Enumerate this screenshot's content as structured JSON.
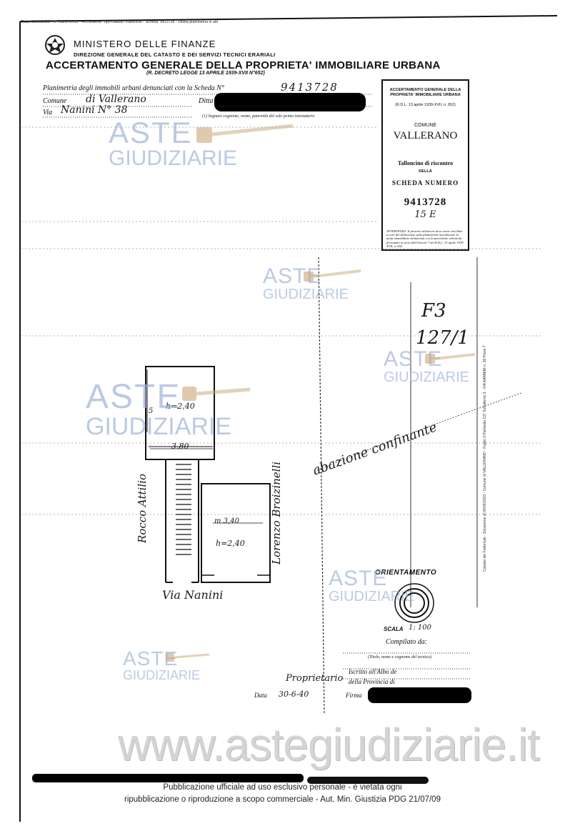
{
  "header": {
    "top_line": "Data: 05/06/2023 - n. T33/07/2019 - Richiedente: Tipo catasto: Fabbricati - Scheda: 9413728 - Ultima planimetria in atti",
    "ministry": "MINISTERO DELLE FINANZE",
    "direzione": "DIREZIONE GENERALE DEL CATASTO E DEI SERVIZI TECNICI ERARIALI",
    "title": "ACCERTAMENTO GENERALE DELLA PROPRIETA' IMMOBILIARE URBANA",
    "decree": "(R. DECRETO LEGGE 13 APRILE 1939-XVII N°652)"
  },
  "form": {
    "line1_label": "Planimetria degli immobili urbani denunciati con la Scheda N°",
    "scheda_number_hand": "9413728",
    "comune_label": "Comune",
    "comune_value": "di Vallerano",
    "ditta_label": "Ditta",
    "via_label": "Via",
    "via_value": "Nanini N° 38",
    "note": "(1) Segnare cognome, nome, paternità del solo primo intestatario"
  },
  "receipt_box": {
    "title1": "ACCERTAMENTO GENERALE DELLA",
    "title2": "PROPRIETA' IMMOBILIARE URBANA",
    "decree": "(R.D.L. 13 aprile 1939-XVII, n. 652)",
    "comune_label": "COMUNE",
    "comune_value": "VALLERANO",
    "talloncino": "Talloncino di riscontro",
    "della": "DELLA",
    "scheda_label": "SCHEDA NUMERO",
    "scheda_number": "9413728",
    "hand_note": "15 E",
    "avvertenza": "AVVERTENZA: Il presente talloncino deve essere incollato a cura del dichiarante sulla planimetria riproducente la unità immobiliare denunciata con la precedente scheda da presentare ai sensi dell'articolo 7 del R.D.L. 13 aprile 1939-XVII, n. 652."
  },
  "side_stamp": "Catasto dei Fabbricati - Situazione al 05/06/2023 - Comune di VALLERANO - Foglio 3 Particella 137 Subalterno 3 - VIA NANNINI n. 38 Piano T",
  "handwriting": {
    "margin_code1": "F3",
    "margin_code2": "127/1",
    "diagonal": "abazione confinante",
    "floor_h": "h=2,40",
    "width": "3.80",
    "depth": "5",
    "left_neighbor": "Rocco Attilio",
    "right_neighbor": "Lorenzo Broizinelli",
    "small_width": "m 3,40",
    "small_h": "h=2,40",
    "street": "Via Nanini",
    "proprietario": "Proprietario"
  },
  "compilation": {
    "orientamento": "ORIENTAMENTO",
    "scala_label": "SCALA",
    "scala_value": "1: 100",
    "compilato_da": "Compilato da:",
    "titolo_note": "(Titolo, nome e cognome del tecnico)",
    "iscritto": "Iscritto all'Albo de",
    "provincia": "della Provincia di",
    "data_label": "Data",
    "data_value": "30-6-40",
    "firma_label": "Firma"
  },
  "watermarks": {
    "aste": "ASTE",
    "giudiziarie": "GIUDIZIARIE",
    "site": "www.astegiudiziarie.it"
  },
  "footer": {
    "line1": "Pubblicazione ufficiale ad uso esclusivo personale - è vietata ogni",
    "line2": "ripubblicazione o riproduzione a scopo commerciale - Aut. Min. Giustizia PDG 21/07/09"
  }
}
